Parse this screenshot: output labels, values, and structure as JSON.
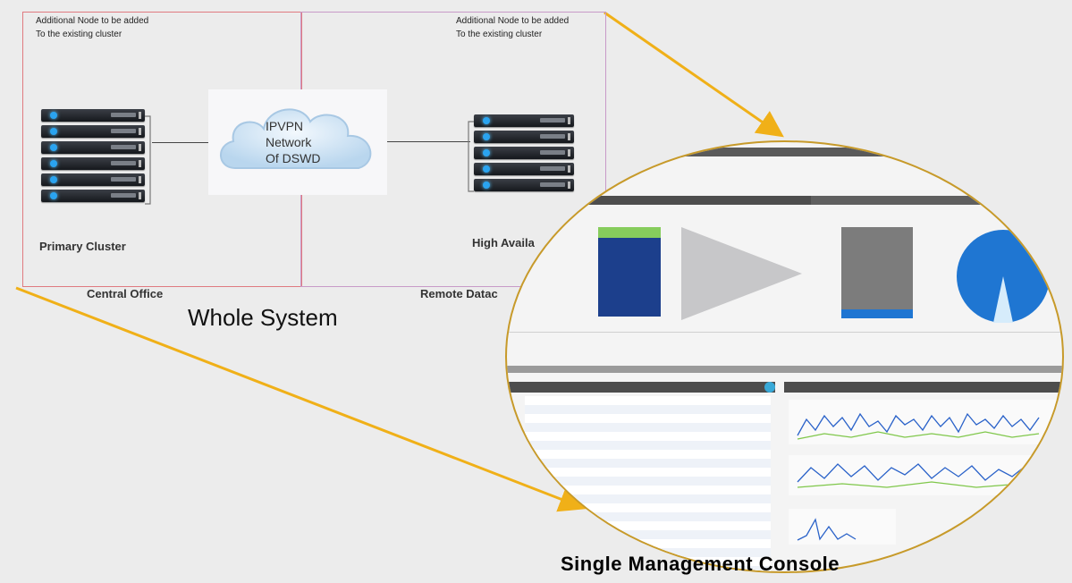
{
  "central": {
    "note_line1": "Additional Node to be added",
    "note_line2": "To the existing cluster",
    "cluster_label": "Primary Cluster",
    "office_label": "Central Office"
  },
  "remote": {
    "note_line1": "Additional Node to be added",
    "note_line2": "To the existing cluster",
    "cluster_label": "High Availa",
    "office_label": "Remote Datac"
  },
  "network": {
    "line1": "IPVPN",
    "line2": "Network",
    "line3": "Of DSWD"
  },
  "captions": {
    "whole_system": "Whole System",
    "console": "Single Management Console"
  },
  "colors": {
    "central_frame": "#e07a80",
    "remote_frame": "#c89ac8",
    "arrow": "#f0b018",
    "lens_border": "#c79a2a",
    "led": "#2aa4f0"
  },
  "icons": {
    "cloud": "cloud-icon",
    "server_rack": "server-rack-icon"
  }
}
